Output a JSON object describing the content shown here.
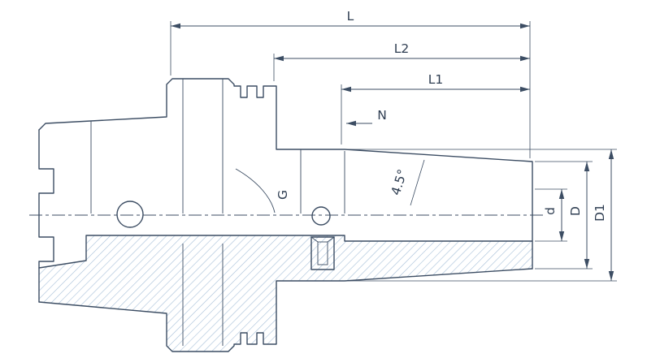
{
  "diagram": {
    "type": "technical-drawing",
    "subject": "Shrink-fit tool holder with hollow taper shank, half-section view with dimension callouts",
    "labels": {
      "overall_length": "L",
      "length_l2": "L2",
      "length_l1": "L1",
      "neck_note": "N",
      "thread": "G",
      "taper_angle": "4.5°",
      "bore_dia": "d",
      "nose_dia": "D",
      "body_dia": "D1"
    },
    "colors": {
      "line": "#3c4d63",
      "hatch": "#a6bfd8",
      "background": "#ffffff"
    }
  }
}
